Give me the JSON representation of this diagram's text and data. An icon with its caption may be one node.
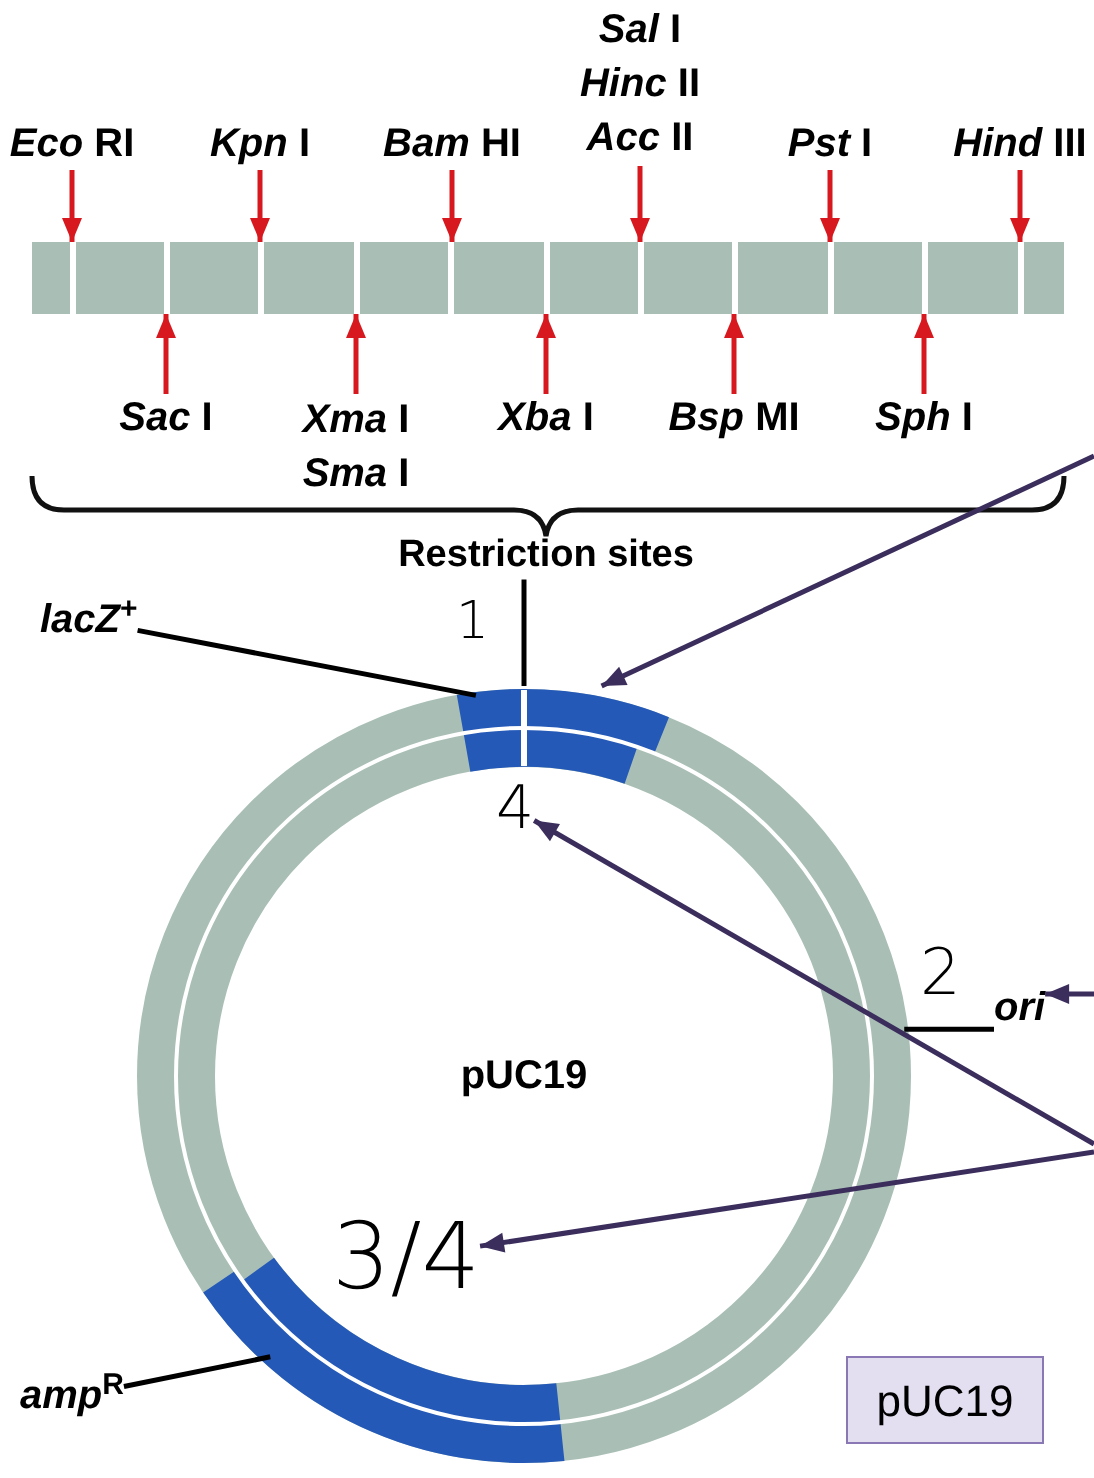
{
  "diagram": {
    "nodes": [
      {
        "text": [
          "*Eco* RI"
        ]
      },
      {
        "text": [
          "*Kpn* I"
        ]
      },
      {
        "text": [
          "*Bam* HI"
        ]
      },
      {
        "text": [
          "*Sal* I",
          "*Hinc* II",
          "*Acc* II"
        ]
      },
      {
        "text": [
          "*Pst* I"
        ]
      },
      {
        "text": [
          "*Hind* III"
        ]
      },
      {
        "text": [],
        "shape": "bar"
      },
      {
        "text": [
          "*Sac* I"
        ]
      },
      {
        "text": [
          "*Xma* I",
          "*Sma* I"
        ]
      },
      {
        "text": [
          "*Xba* I"
        ]
      },
      {
        "text": [
          "*Bsp* MI"
        ]
      },
      {
        "text": [
          "*Sph* I"
        ]
      },
      {
        "text": [
          "Restriction sites"
        ]
      },
      {
        "text": [
          "*lacZ*$^{+}$"
        ]
      },
      {
        "text": [
          "pUC19"
        ]
      },
      {
        "text": [
          "ori"
        ]
      },
      {
        "text": [
          "*amp*$^{R}$"
        ]
      },
      {
        "text": [
          "4"
        ],
        "in": 14
      },
      {
        "text": [
          "3/4"
        ],
        "in": 14
      },
      {
        "text": [
          "pUC19"
        ]
      }
    ],
    "edges": [
      {
        "from": 0,
        "to": 6,
        "arrow": "to"
      },
      {
        "from": 1,
        "to": 6,
        "arrow": "to"
      },
      {
        "from": 2,
        "to": 6,
        "arrow": "to"
      },
      {
        "from": 3,
        "to": 6,
        "arrow": "to"
      },
      {
        "from": 4,
        "to": 6,
        "arrow": "to"
      },
      {
        "from": 5,
        "to": 6,
        "arrow": "to"
      },
      {
        "from": 7,
        "to": 6,
        "arrow": "to"
      },
      {
        "from": 8,
        "to": 6,
        "arrow": "to"
      },
      {
        "from": 9,
        "to": 6,
        "arrow": "to"
      },
      {
        "from": 10,
        "to": 6,
        "arrow": "to"
      },
      {
        "from": 11,
        "to": 6,
        "arrow": "to"
      },
      {
        "from": 12,
        "to": 14,
        "arrow": "none",
        "color": "#000000"
      },
      {
        "from": 13,
        "to": 14,
        "arrow": "none",
        "color": "#000000"
      },
      {
        "from": 15,
        "to": 14,
        "arrow": "none",
        "color": "#000000"
      },
      {
        "from": 16,
        "to": 14,
        "arrow": "none",
        "color": "#000000"
      },
      {
        "from": null,
        "to": 14,
        "arrow": "to",
        "color": "#3b2d5c"
      },
      {
        "from": null,
        "to": 15,
        "arrow": "to",
        "color": "#3b2d5c"
      },
      {
        "from": null,
        "to": 17,
        "arrow": "to",
        "color": "#3b2d5c"
      },
      {
        "from": null,
        "to": 18,
        "arrow": "to",
        "color": "#3b2d5c"
      }
    ],
    "labels": [
      "1",
      "2"
    ]
  }
}
